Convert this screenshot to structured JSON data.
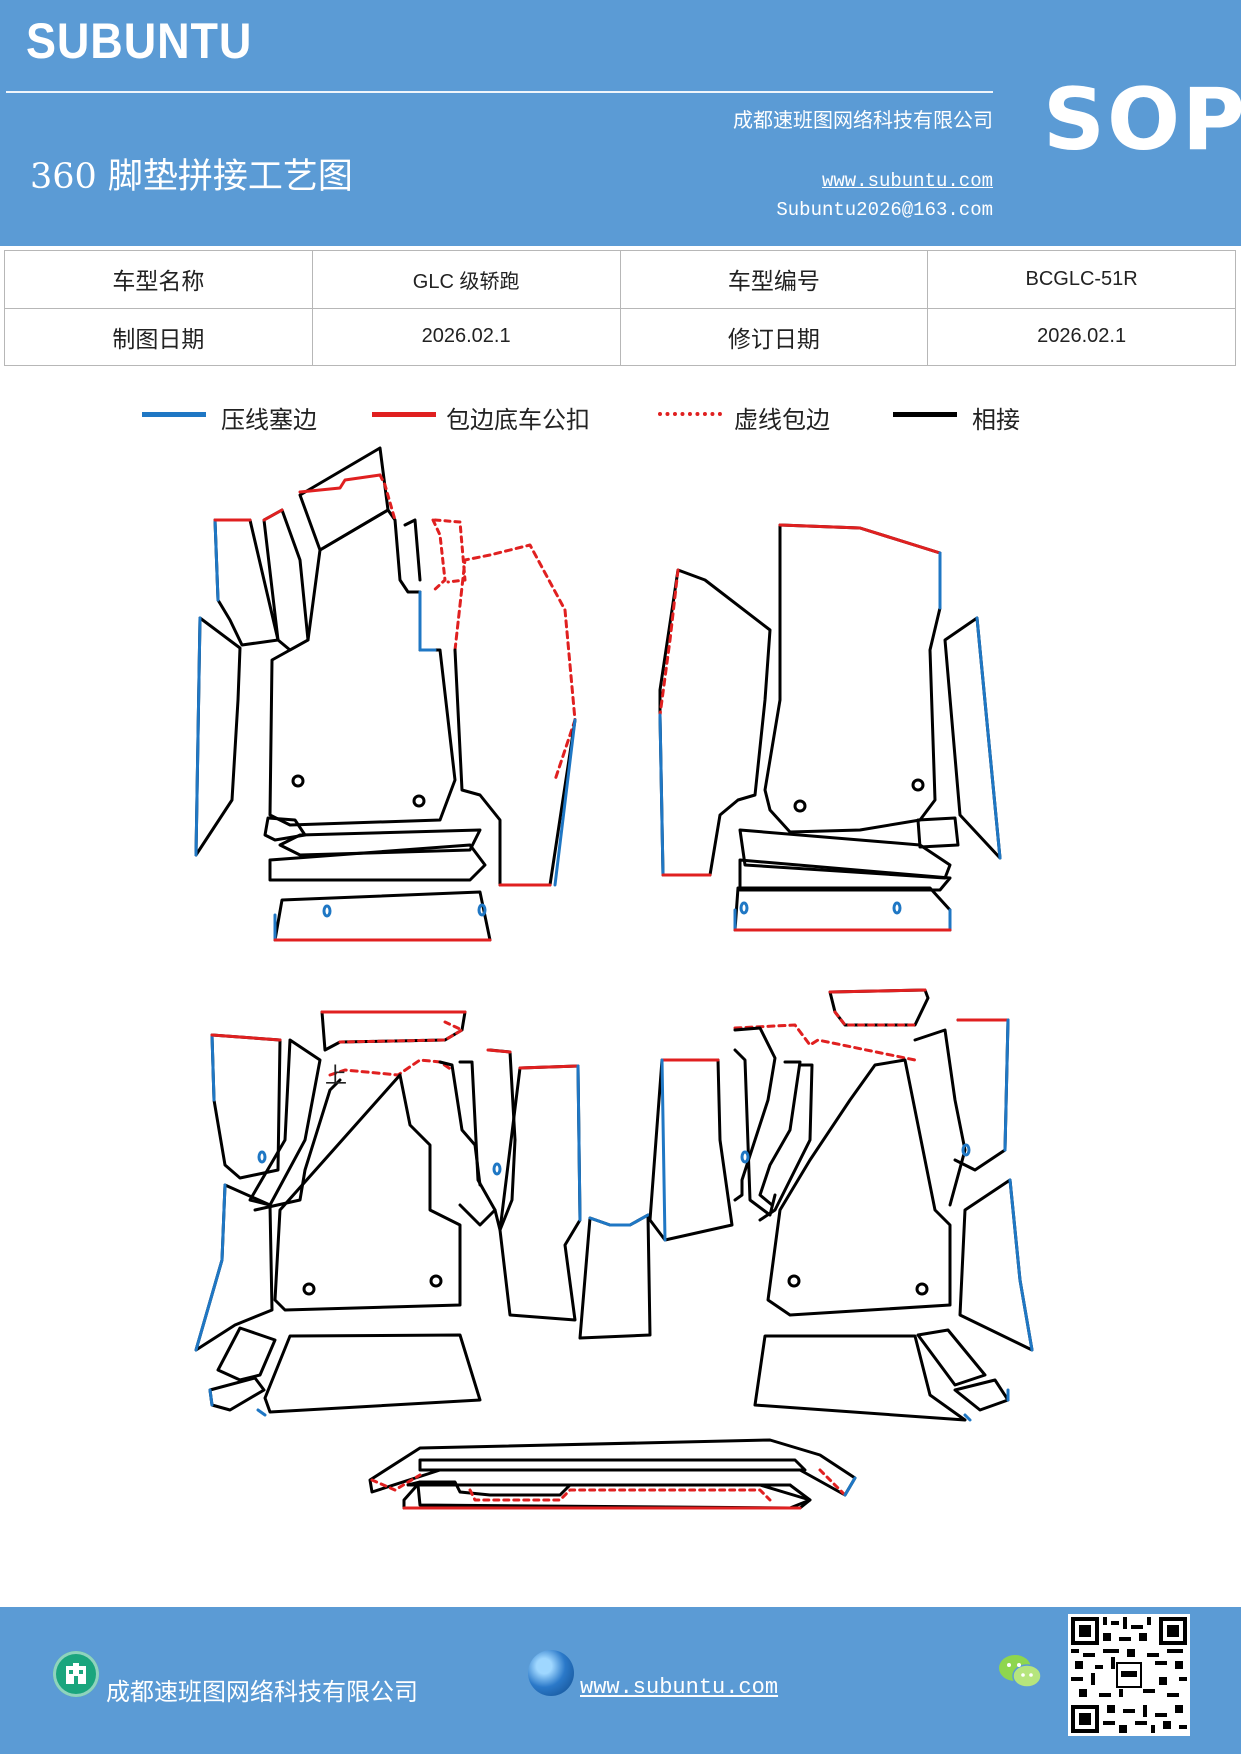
{
  "header": {
    "brand": "SUBUNTU",
    "company": "成都速班图网络科技有限公司",
    "title": "360 脚垫拼接工艺图",
    "website": "www.subuntu.com",
    "email": "Subuntu2026@163.com",
    "badge": "SOP"
  },
  "info_table": {
    "rows": [
      {
        "label1": "车型名称",
        "value1": "GLC 级轿跑",
        "label2": "车型编号",
        "value2": "BCGLC-51R"
      },
      {
        "label1": "制图日期",
        "value1": "2026.02.1",
        "label2": "修订日期",
        "value2": "2026.02.1"
      }
    ]
  },
  "legend": [
    {
      "label": "压线塞边",
      "color": "#1f77c4",
      "style": "solid"
    },
    {
      "label": "包边底车公扣",
      "color": "#e02020",
      "style": "solid"
    },
    {
      "label": "虚线包边",
      "color": "#e02020",
      "style": "dashed"
    },
    {
      "label": "相接",
      "color": "#000000",
      "style": "solid"
    }
  ],
  "diagram": {
    "mark_text": "上",
    "colors": {
      "press": "#1f77c4",
      "wrap": "#e02020",
      "join": "#000000"
    }
  },
  "footer": {
    "company_icon": "building-icon",
    "company": "成都速班图网络科技有限公司",
    "globe_icon": "globe-icon",
    "website": "www.subuntu.com",
    "wechat_icon": "wechat-icon",
    "qr_icon": "qr-code"
  }
}
